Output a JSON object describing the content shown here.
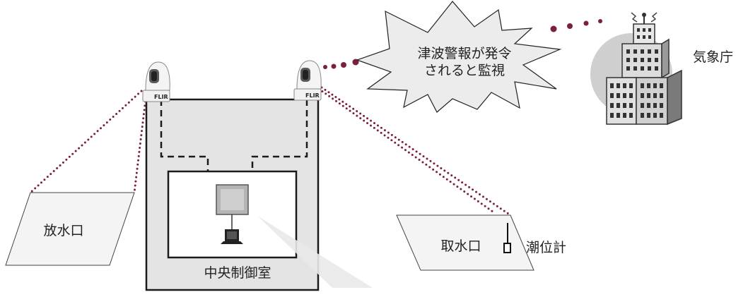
{
  "labels": {
    "speech": [
      "津波警報が発令",
      "されると監視"
    ],
    "agency": "気象庁",
    "discharge": "放水口",
    "intake": "取水口",
    "tide_gauge": "潮位計",
    "control_room": "中央制御室"
  },
  "camera_brand": "FLIR",
  "colors": {
    "dotted_line": "#7a1f40",
    "building_fill": "#e4e4e4",
    "room_fill": "#ffffff",
    "parallelogram_fill": "#f4f4f4",
    "halo": "#cfcfcf",
    "monitor": "#b4b4b4",
    "stroke": "#1a1a1a"
  },
  "icons": [
    "thermal-camera-icon",
    "office-building-icon",
    "monitor-icon",
    "laptop-icon",
    "tide-gauge-icon"
  ]
}
